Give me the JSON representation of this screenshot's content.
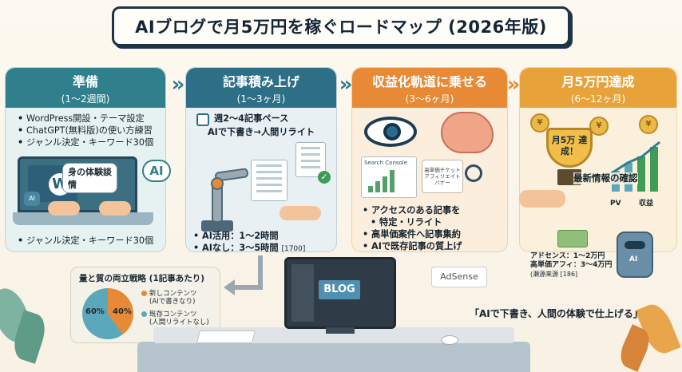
{
  "title": "AIブログで月5万円を稼ぐロードマップ (2026年版)",
  "stages": [
    {
      "name": "準備",
      "period": "(1〜2週間)",
      "bullets": [
        "WordPress開設・テーマ設定",
        "ChatGPT(無料版)の使い方練習",
        "ジャンル決定・キーワード30個"
      ],
      "bubble": "身の体験談",
      "bubble2": "情",
      "ai_label": "AI",
      "robot_label": "AI",
      "wp_mark": "W",
      "bottom_bullet": "ジャンル決定・キーワード30個"
    },
    {
      "name": "記事積み上げ",
      "period": "(1〜3ヶ月)",
      "task1": "週2〜4記事ペース",
      "task2": "AIで下書き→人間リライト",
      "bullets": [
        "AI活用：1〜2時間",
        "AIなし：3〜5時間"
      ],
      "note": "[1700]",
      "check": "✓"
    },
    {
      "name": "収益化軌道に乗せる",
      "period": "(3〜6ヶ月)",
      "search_console": "Search Console",
      "affiliate": "高単価チケット アフィリエイト バナー",
      "bullets": [
        "アクセスのある記事を",
        "特定・リライト",
        "高単価案件へ記事集約",
        "AIで既存記事の質上げ"
      ],
      "adsense": "AdSense"
    },
    {
      "name": "月5万円達成",
      "period": "(6〜12ヶ月)",
      "trophy": "月5万 達成！",
      "latest": "最新情報の確認",
      "chart_labels": [
        "PV",
        "収益"
      ],
      "coin": "¥",
      "income_lines": [
        "アドセンス：1〜2万円",
        "高単価アフィ：3〜4万円",
        "(瀬源来源 [186]"
      ],
      "robot_label": "AI"
    }
  ],
  "strategy": {
    "title": "量と質の両立戦略 (1記事あたり)",
    "slices": [
      {
        "label": "40%",
        "value": 40,
        "color": "#e88a35"
      },
      {
        "label": "60%",
        "value": 60,
        "color": "#5aa8b9"
      }
    ],
    "legend": [
      {
        "line1": "新しコンテンツ",
        "line2": "(AIで書きなり)",
        "color": "#e88a35"
      },
      {
        "line1": "既存コンテンツ",
        "line2": "(人間リライトなし)",
        "color": "#5aa8b9"
      }
    ]
  },
  "monitor_label": "BLOG",
  "quote": "「AIで下書き、人間の体験で仕上げる」",
  "arrow_glyph": "»"
}
